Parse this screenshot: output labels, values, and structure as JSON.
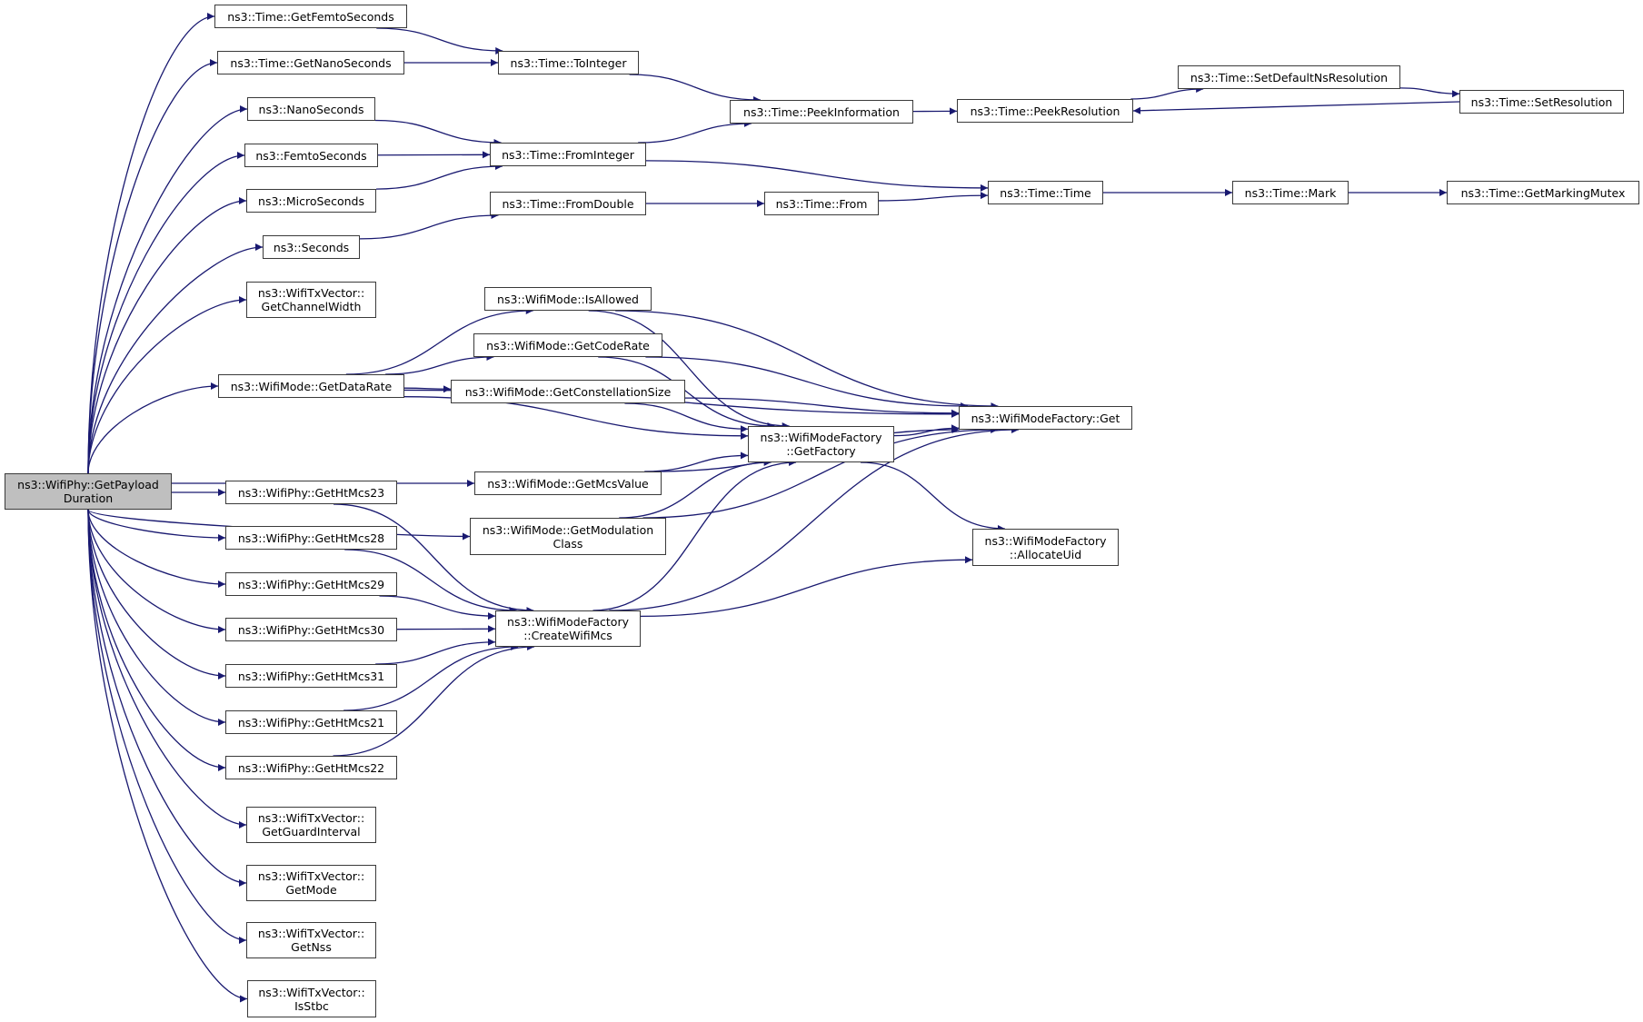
{
  "title": "ns3::WifiPhy::GetPayloadDuration call graph",
  "colors": {
    "edge": "#191970",
    "node_border": "#3a3a3a",
    "root_fill": "#bfbfbf",
    "node_fill": "#ffffff"
  },
  "nodes": [
    {
      "id": "root",
      "label": "ns3::WifiPhy::GetPayload\nDuration",
      "root": true
    },
    {
      "id": "getFemto",
      "label": "ns3::Time::GetFemtoSeconds"
    },
    {
      "id": "getNano",
      "label": "ns3::Time::GetNanoSeconds"
    },
    {
      "id": "nanoSec",
      "label": "ns3::NanoSeconds"
    },
    {
      "id": "femtoSec",
      "label": "ns3::FemtoSeconds"
    },
    {
      "id": "microSec",
      "label": "ns3::MicroSeconds"
    },
    {
      "id": "seconds",
      "label": "ns3::Seconds"
    },
    {
      "id": "chanWidth",
      "label": "ns3::WifiTxVector::\nGetChannelWidth"
    },
    {
      "id": "dataRate",
      "label": "ns3::WifiMode::GetDataRate"
    },
    {
      "id": "ht23",
      "label": "ns3::WifiPhy::GetHtMcs23"
    },
    {
      "id": "ht28",
      "label": "ns3::WifiPhy::GetHtMcs28"
    },
    {
      "id": "ht29",
      "label": "ns3::WifiPhy::GetHtMcs29"
    },
    {
      "id": "ht30",
      "label": "ns3::WifiPhy::GetHtMcs30"
    },
    {
      "id": "ht31",
      "label": "ns3::WifiPhy::GetHtMcs31"
    },
    {
      "id": "ht21",
      "label": "ns3::WifiPhy::GetHtMcs21"
    },
    {
      "id": "ht22",
      "label": "ns3::WifiPhy::GetHtMcs22"
    },
    {
      "id": "guard",
      "label": "ns3::WifiTxVector::\nGetGuardInterval"
    },
    {
      "id": "getMode",
      "label": "ns3::WifiTxVector::\nGetMode"
    },
    {
      "id": "getNss",
      "label": "ns3::WifiTxVector::\nGetNss"
    },
    {
      "id": "isStbc",
      "label": "ns3::WifiTxVector::\nIsStbc"
    },
    {
      "id": "toInteger",
      "label": "ns3::Time::ToInteger"
    },
    {
      "id": "fromInteger",
      "label": "ns3::Time::FromInteger"
    },
    {
      "id": "fromDouble",
      "label": "ns3::Time::FromDouble"
    },
    {
      "id": "isAllowed",
      "label": "ns3::WifiMode::IsAllowed"
    },
    {
      "id": "codeRate",
      "label": "ns3::WifiMode::GetCodeRate"
    },
    {
      "id": "constSize",
      "label": "ns3::WifiMode::GetConstellationSize"
    },
    {
      "id": "mcsValue",
      "label": "ns3::WifiMode::GetMcsValue"
    },
    {
      "id": "modClass",
      "label": "ns3::WifiMode::GetModulation\nClass"
    },
    {
      "id": "createMcs",
      "label": "ns3::WifiModeFactory\n::CreateWifiMcs"
    },
    {
      "id": "peekInfo",
      "label": "ns3::Time::PeekInformation"
    },
    {
      "id": "from",
      "label": "ns3::Time::From"
    },
    {
      "id": "getFactory",
      "label": "ns3::WifiModeFactory\n::GetFactory"
    },
    {
      "id": "peekRes",
      "label": "ns3::Time::PeekResolution"
    },
    {
      "id": "time",
      "label": "ns3::Time::Time"
    },
    {
      "id": "factoryGet",
      "label": "ns3::WifiModeFactory::Get"
    },
    {
      "id": "allocUid",
      "label": "ns3::WifiModeFactory\n::AllocateUid"
    },
    {
      "id": "setDefNs",
      "label": "ns3::Time::SetDefaultNsResolution"
    },
    {
      "id": "setRes",
      "label": "ns3::Time::SetResolution"
    },
    {
      "id": "mark",
      "label": "ns3::Time::Mark"
    },
    {
      "id": "markMutex",
      "label": "ns3::Time::GetMarkingMutex"
    }
  ],
  "edges": [
    [
      "root",
      "getFemto"
    ],
    [
      "root",
      "getNano"
    ],
    [
      "root",
      "nanoSec"
    ],
    [
      "root",
      "femtoSec"
    ],
    [
      "root",
      "microSec"
    ],
    [
      "root",
      "seconds"
    ],
    [
      "root",
      "chanWidth"
    ],
    [
      "root",
      "dataRate"
    ],
    [
      "root",
      "mcsValue"
    ],
    [
      "root",
      "modClass"
    ],
    [
      "root",
      "ht23"
    ],
    [
      "root",
      "ht28"
    ],
    [
      "root",
      "ht29"
    ],
    [
      "root",
      "ht30"
    ],
    [
      "root",
      "ht31"
    ],
    [
      "root",
      "ht21"
    ],
    [
      "root",
      "ht22"
    ],
    [
      "root",
      "guard"
    ],
    [
      "root",
      "getMode"
    ],
    [
      "root",
      "getNss"
    ],
    [
      "root",
      "isStbc"
    ],
    [
      "getFemto",
      "toInteger"
    ],
    [
      "getNano",
      "toInteger"
    ],
    [
      "nanoSec",
      "fromInteger"
    ],
    [
      "femtoSec",
      "fromInteger"
    ],
    [
      "microSec",
      "fromInteger"
    ],
    [
      "seconds",
      "fromDouble"
    ],
    [
      "toInteger",
      "peekInfo"
    ],
    [
      "fromInteger",
      "peekInfo"
    ],
    [
      "fromInteger",
      "time"
    ],
    [
      "fromDouble",
      "from"
    ],
    [
      "from",
      "time"
    ],
    [
      "peekInfo",
      "peekRes"
    ],
    [
      "peekRes",
      "setDefNs"
    ],
    [
      "setDefNs",
      "setRes"
    ],
    [
      "setRes",
      "peekRes"
    ],
    [
      "time",
      "mark"
    ],
    [
      "mark",
      "markMutex"
    ],
    [
      "dataRate",
      "isAllowed"
    ],
    [
      "dataRate",
      "codeRate"
    ],
    [
      "dataRate",
      "constSize"
    ],
    [
      "dataRate",
      "getFactory"
    ],
    [
      "dataRate",
      "factoryGet"
    ],
    [
      "isAllowed",
      "getFactory"
    ],
    [
      "isAllowed",
      "factoryGet"
    ],
    [
      "codeRate",
      "getFactory"
    ],
    [
      "codeRate",
      "factoryGet"
    ],
    [
      "constSize",
      "getFactory"
    ],
    [
      "constSize",
      "factoryGet"
    ],
    [
      "mcsValue",
      "getFactory"
    ],
    [
      "mcsValue",
      "factoryGet"
    ],
    [
      "modClass",
      "getFactory"
    ],
    [
      "modClass",
      "factoryGet"
    ],
    [
      "ht23",
      "createMcs"
    ],
    [
      "ht28",
      "createMcs"
    ],
    [
      "ht29",
      "createMcs"
    ],
    [
      "ht30",
      "createMcs"
    ],
    [
      "ht31",
      "createMcs"
    ],
    [
      "ht21",
      "createMcs"
    ],
    [
      "ht22",
      "createMcs"
    ],
    [
      "createMcs",
      "getFactory"
    ],
    [
      "createMcs",
      "factoryGet"
    ],
    [
      "createMcs",
      "allocUid"
    ],
    [
      "getFactory",
      "factoryGet"
    ],
    [
      "getFactory",
      "allocUid"
    ]
  ]
}
